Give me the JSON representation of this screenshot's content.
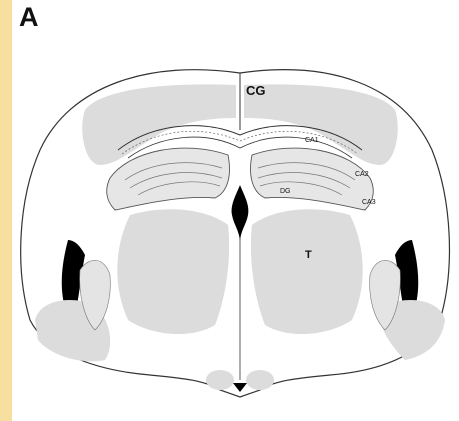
{
  "panel": {
    "letter": "A"
  },
  "labels": {
    "cg": "CG",
    "ca1": "CA1",
    "ca2": "CA2",
    "ca3": "CA3",
    "dg": "DG",
    "t": "T"
  },
  "colors": {
    "background": "#ffffff",
    "left_strip": "#f7dfa0",
    "gray_region": "#dcdcdc",
    "ventricle": "#000000",
    "outline": "#333333"
  }
}
